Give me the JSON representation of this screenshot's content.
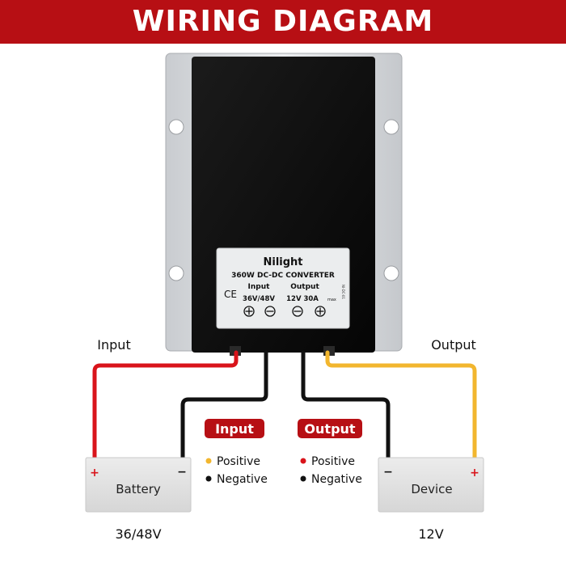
{
  "title": "WIRING DIAGRAM",
  "converter": {
    "brand": "Nilight",
    "model": "360W DC-DC CONVERTER",
    "ce_mark": "CE",
    "input_label": "Input",
    "input_value": "36V/48V",
    "output_label": "Output",
    "output_value": "12V 30A",
    "output_value_suffix": "max",
    "side_code": "NI-DC-01"
  },
  "wire_labels": {
    "input": "Input",
    "output": "Output"
  },
  "battery": {
    "label": "Battery",
    "voltage": "36/48V",
    "plus": "+",
    "minus": "−"
  },
  "device": {
    "label": "Device",
    "voltage": "12V",
    "plus": "+",
    "minus": "−"
  },
  "legend": {
    "input": {
      "title": "Input",
      "positive": "Positive",
      "negative": "Negative"
    },
    "output": {
      "title": "Output",
      "positive": "Positive",
      "negative": "Negative"
    }
  },
  "colors": {
    "banner": "#b70f14",
    "input_positive_wire": "#d9141b",
    "output_positive_wire": "#f2b62e",
    "negative_wire": "#111111",
    "legend_badge": "#b70f14",
    "plus_sign": "#d9141b"
  }
}
